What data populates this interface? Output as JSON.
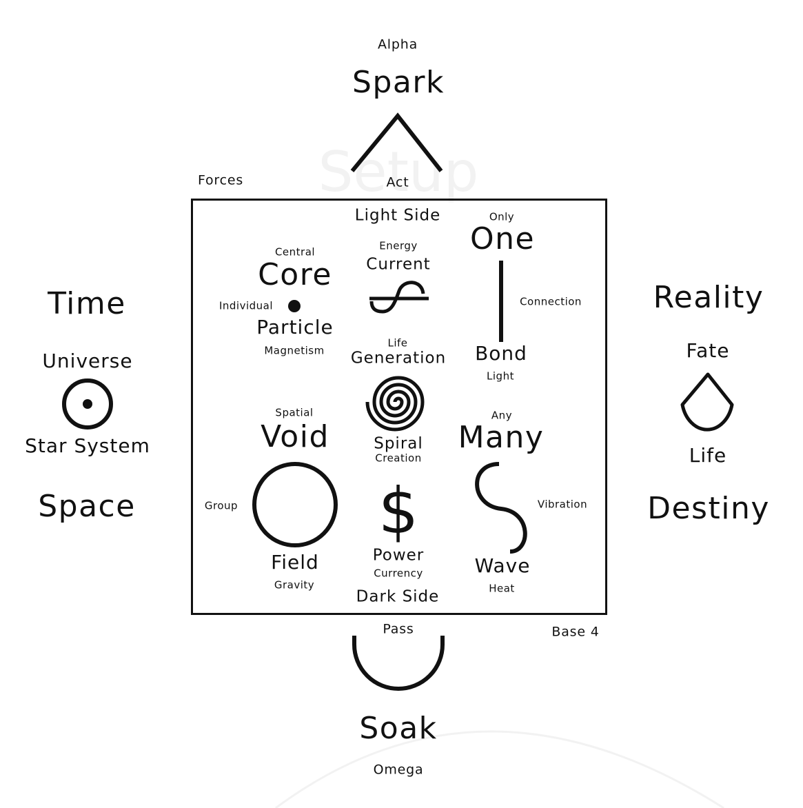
{
  "watermark": {
    "top": "Setup",
    "bottom": ""
  },
  "top": {
    "alpha": "Alpha",
    "spark": "Spark",
    "act": "Act"
  },
  "bottom": {
    "pass": "Pass",
    "soak": "Soak",
    "omega": "Omega"
  },
  "box": {
    "forces": "Forces",
    "base": "Base 4",
    "light_side": "Light Side",
    "dark_side": "Dark Side"
  },
  "left": {
    "time": "Time",
    "universe": "Universe",
    "star_system": "Star System",
    "space": "Space"
  },
  "right": {
    "reality": "Reality",
    "fate": "Fate",
    "life": "Life",
    "destiny": "Destiny"
  },
  "core": {
    "small": "Central",
    "big": "Core",
    "side": "Individual",
    "name": "Particle",
    "sub": "Magnetism"
  },
  "current": {
    "small": "Energy",
    "name": "Current"
  },
  "one": {
    "small": "Only",
    "big": "One",
    "side": "Connection",
    "name": "Bond",
    "sub": "Light"
  },
  "generation": {
    "small": "Life",
    "name": "Generation",
    "label": "Spiral",
    "sub": "Creation"
  },
  "void": {
    "small": "Spatial",
    "big": "Void",
    "side": "Group",
    "name": "Field",
    "sub": "Gravity"
  },
  "power": {
    "name": "Power",
    "sub": "Currency"
  },
  "many": {
    "small": "Any",
    "big": "Many",
    "side": "Vibration",
    "name": "Wave",
    "sub": "Heat"
  },
  "colors": {
    "ink": "#111111",
    "background": "#ffffff",
    "watermark": "#f2f2f2"
  }
}
